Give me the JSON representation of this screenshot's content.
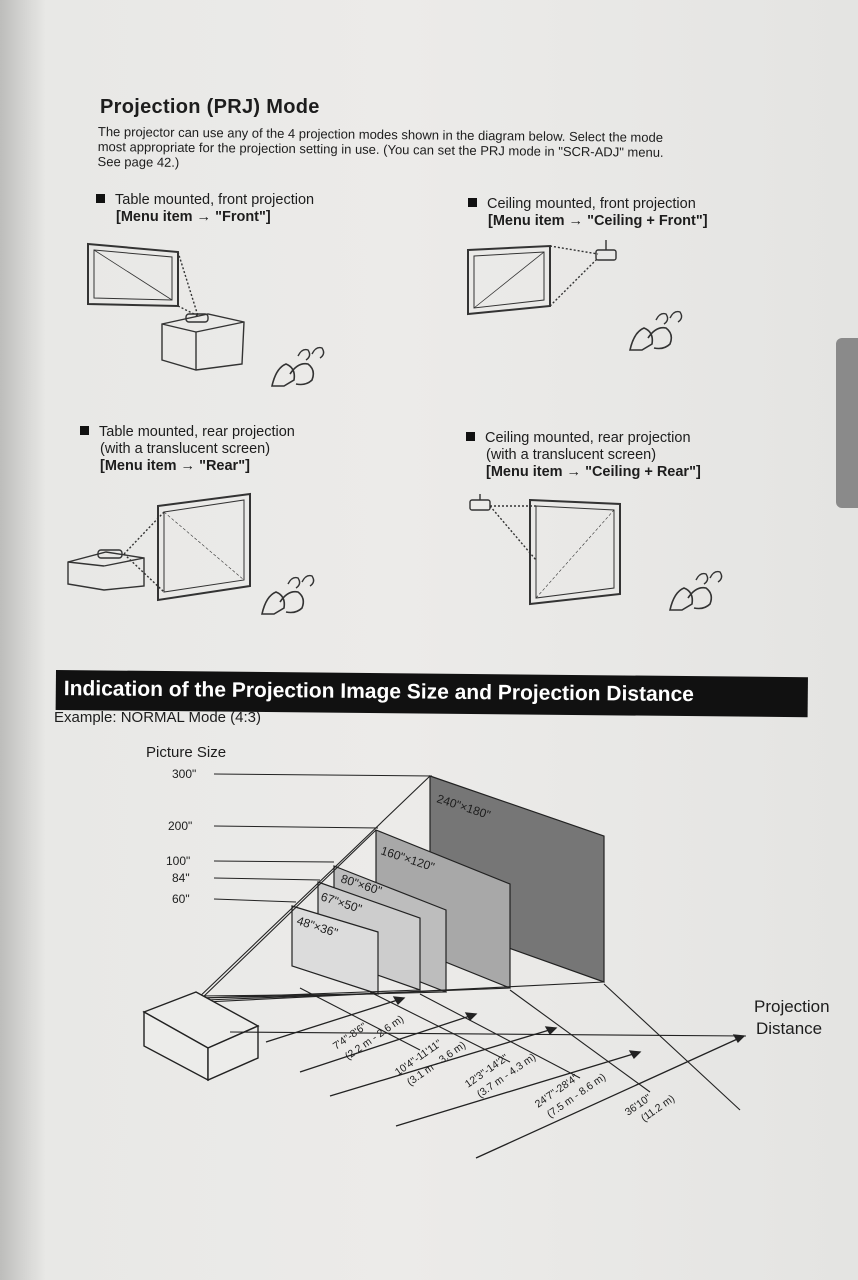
{
  "title": "Projection (PRJ) Mode",
  "intro_lines": [
    "The projector can use any of the 4 projection modes shown in the diagram below. Select the mode",
    "most appropriate for the projection setting in use.  (You can set the PRJ mode in \"SCR-ADJ\" menu.",
    "See page 42.)"
  ],
  "modes": [
    {
      "desc": "Table mounted, front projection",
      "desc2": "",
      "menu": "[Menu item → \"Front\"]"
    },
    {
      "desc": "Ceiling mounted, front projection",
      "desc2": "",
      "menu": "[Menu item → \"Ceiling + Front\"]"
    },
    {
      "desc": "Table mounted, rear projection",
      "desc2": "(with a translucent screen)",
      "menu": "[Menu item → \"Rear\"]"
    },
    {
      "desc": "Ceiling mounted, rear projection",
      "desc2": "(with a translucent screen)",
      "menu": "[Menu item → \"Ceiling + Rear\"]"
    }
  ],
  "section_heading": "Indication of the Projection Image Size and Projection Distance",
  "example": "Example: NORMAL Mode (4:3)",
  "diagram": {
    "picture_size_label": "Picture Size",
    "sizes": [
      "300\"",
      "200\"",
      "100\"",
      "84\"",
      "60\""
    ],
    "screen_dims": [
      "240\"×180\"",
      "160\"×120\"",
      "80\"×60\"",
      "67\"×50\"",
      "48\"×36\""
    ],
    "distances": [
      {
        "ft": "7'4\"-8'6\"",
        "m": "(2.2 m - 2.6 m)"
      },
      {
        "ft": "10'4\"-11'11\"",
        "m": "(3.1 m - 3.6 m)"
      },
      {
        "ft": "12'3\"-14'2\"",
        "m": "(3.7 m - 4.3 m)"
      },
      {
        "ft": "24'7\"-28'4\"",
        "m": "(7.5 m - 8.6 m)"
      },
      {
        "ft": "36'10\"",
        "m": "(11.2 m)"
      }
    ],
    "distance_label_1": "Projection",
    "distance_label_2": "Distance"
  }
}
